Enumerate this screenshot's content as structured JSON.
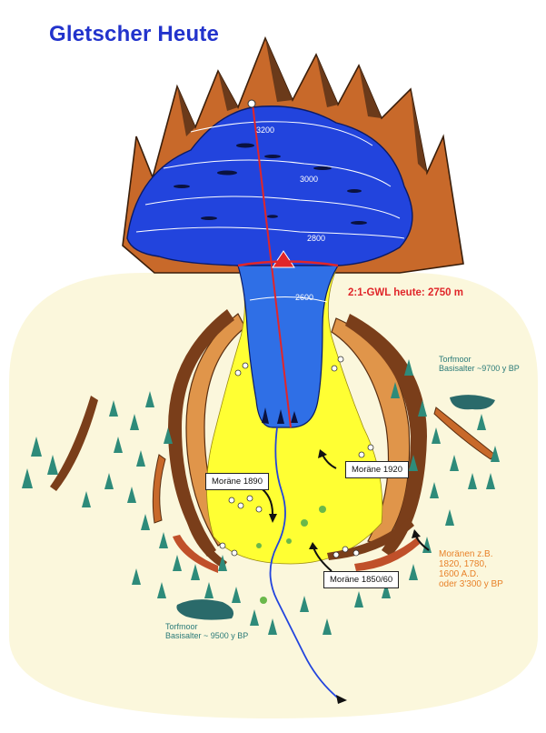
{
  "title": "Gletscher Heute",
  "contours": [
    "3200",
    "3000",
    "2800",
    "2600"
  ],
  "gwl_label": "2:1-GWL heute: 2750 m",
  "moraines": {
    "m1890": "Moräne 1890",
    "m1920": "Moräne 1920",
    "m1850": "Moräne 1850/60"
  },
  "peat_bog_right": {
    "line1": "Torfmoor",
    "line2": "Basisalter ~9700 y BP"
  },
  "peat_bog_left": {
    "line1": "Torfmoor",
    "line2": "Basisalter ~ 9500 y BP"
  },
  "older_moraines": {
    "line1": "Moränen z.B.",
    "line2": "1820, 1780,",
    "line3": "1600 A.D.",
    "line4": "oder 3'300 y BP"
  },
  "colors": {
    "title": "#2233cc",
    "glacier_ice": "#2244dd",
    "meltwater_zone": "#ffff33",
    "rock": "#c8692a",
    "rock_dark": "#6b3a1a",
    "forest": "#2e8b7a",
    "gwl_line": "#e0262a",
    "background_valley": "#fbf7dc"
  }
}
